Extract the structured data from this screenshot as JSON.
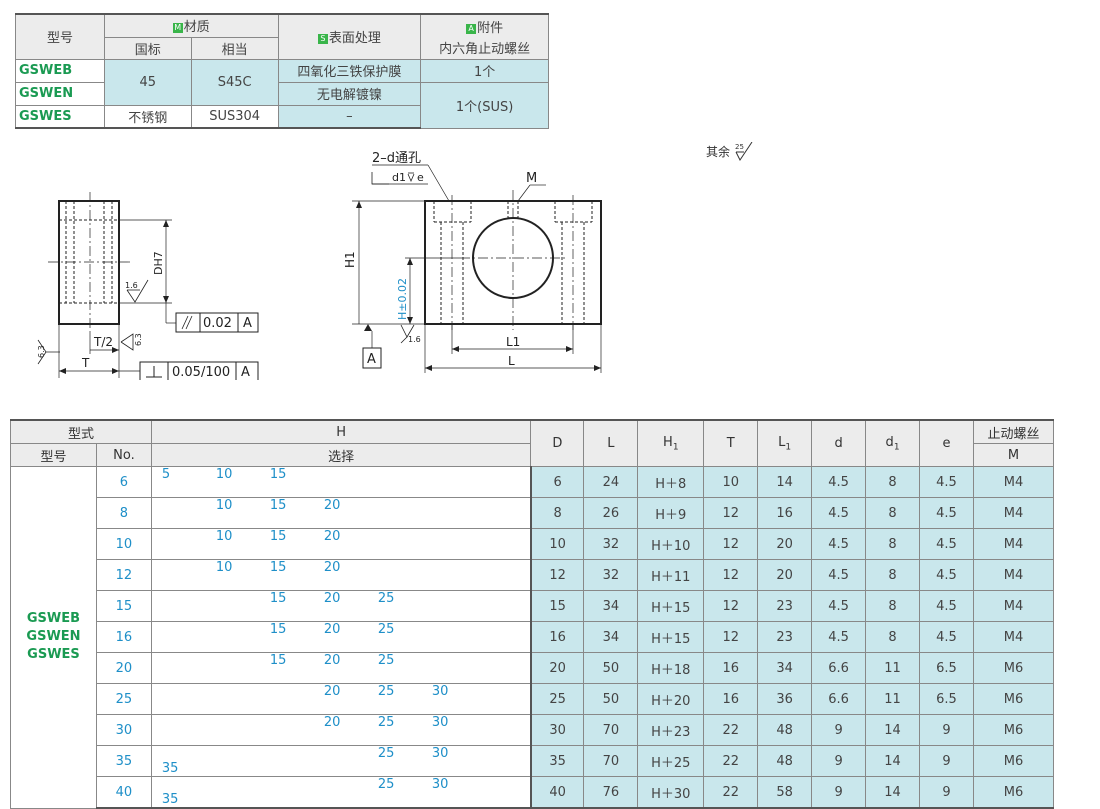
{
  "material_table": {
    "header": {
      "model": "型号",
      "material_badge": "M",
      "material": "材质",
      "standard_national": "国标",
      "standard_equiv": "相当",
      "surface_badge": "S",
      "surface": "表面处理",
      "accessory_badge": "A",
      "accessory": "附件",
      "accessory_sub": "内六角止动螺丝"
    },
    "rows": [
      {
        "code": "GSWEB",
        "national": "45",
        "equiv": "S45C",
        "surface": "四氧化三铁保护膜",
        "accessory": "1个"
      },
      {
        "code": "GSWEN",
        "national": "",
        "equiv": "",
        "surface": "无电解镀镍",
        "accessory": "1个(SUS)"
      },
      {
        "code": "GSWES",
        "national": "不锈钢",
        "equiv": "SUS304",
        "surface": "–",
        "accessory": ""
      }
    ]
  },
  "drawing": {
    "rough_note": "其余",
    "rough_value": "25",
    "label_hole": "2–d通孔",
    "label_counterbore": "d1",
    "label_counterbore_depth": "e",
    "label_M": "M",
    "label_H1": "H1",
    "label_H": "H±0.02",
    "label_L1": "L1",
    "label_L": "L",
    "label_D": "DH7",
    "label_T": "T",
    "label_T2": "T/2",
    "label_A": "A",
    "tol_parallel_value": "0.02",
    "tol_parallel_ref": "A",
    "tol_perp_value": "0.05/100",
    "tol_perp_ref": "A",
    "rough_16": "1.6",
    "rough_63": "6.3"
  },
  "dim_table": {
    "header": {
      "type": "型式",
      "model": "型号",
      "no": "No.",
      "H": "H",
      "select": "选择",
      "D": "D",
      "L": "L",
      "H1": "H",
      "H1_sub": "1",
      "T": "T",
      "L1": "L",
      "L1_sub": "1",
      "d": "d",
      "d1": "d",
      "d1_sub": "1",
      "e": "e",
      "screw": "止动螺丝",
      "M": "M"
    },
    "group_codes": [
      "GSWEB",
      "GSWEN",
      "GSWES"
    ],
    "rows": [
      {
        "no": "6",
        "h": [
          "5",
          "10",
          "15",
          "",
          "",
          "",
          ""
        ],
        "D": "6",
        "L": "24",
        "H1": "H＋8",
        "T": "10",
        "L1": "14",
        "d": "4.5",
        "d1": "8",
        "e": "4.5",
        "M": "M4"
      },
      {
        "no": "8",
        "h": [
          "",
          "10",
          "15",
          "20",
          "",
          "",
          ""
        ],
        "D": "8",
        "L": "26",
        "H1": "H＋9",
        "T": "12",
        "L1": "16",
        "d": "4.5",
        "d1": "8",
        "e": "4.5",
        "M": "M4"
      },
      {
        "no": "10",
        "h": [
          "",
          "10",
          "15",
          "20",
          "",
          "",
          ""
        ],
        "D": "10",
        "L": "32",
        "H1": "H＋10",
        "T": "12",
        "L1": "20",
        "d": "4.5",
        "d1": "8",
        "e": "4.5",
        "M": "M4"
      },
      {
        "no": "12",
        "h": [
          "",
          "10",
          "15",
          "20",
          "",
          "",
          ""
        ],
        "D": "12",
        "L": "32",
        "H1": "H＋11",
        "T": "12",
        "L1": "20",
        "d": "4.5",
        "d1": "8",
        "e": "4.5",
        "M": "M4"
      },
      {
        "no": "15",
        "h": [
          "",
          "",
          "15",
          "20",
          "25",
          "",
          ""
        ],
        "D": "15",
        "L": "34",
        "H1": "H＋15",
        "T": "12",
        "L1": "23",
        "d": "4.5",
        "d1": "8",
        "e": "4.5",
        "M": "M4"
      },
      {
        "no": "16",
        "h": [
          "",
          "",
          "15",
          "20",
          "25",
          "",
          ""
        ],
        "D": "16",
        "L": "34",
        "H1": "H＋15",
        "T": "12",
        "L1": "23",
        "d": "4.5",
        "d1": "8",
        "e": "4.5",
        "M": "M4"
      },
      {
        "no": "20",
        "h": [
          "",
          "",
          "15",
          "20",
          "25",
          "",
          ""
        ],
        "D": "20",
        "L": "50",
        "H1": "H＋18",
        "T": "16",
        "L1": "34",
        "d": "6.6",
        "d1": "11",
        "e": "6.5",
        "M": "M6"
      },
      {
        "no": "25",
        "h": [
          "",
          "",
          "",
          "20",
          "25",
          "30",
          ""
        ],
        "D": "25",
        "L": "50",
        "H1": "H＋20",
        "T": "16",
        "L1": "36",
        "d": "6.6",
        "d1": "11",
        "e": "6.5",
        "M": "M6"
      },
      {
        "no": "30",
        "h": [
          "",
          "",
          "",
          "20",
          "25",
          "30",
          ""
        ],
        "D": "30",
        "L": "70",
        "H1": "H＋23",
        "T": "22",
        "L1": "48",
        "d": "9",
        "d1": "14",
        "e": "9",
        "M": "M6"
      },
      {
        "no": "35",
        "h": [
          "",
          "",
          "",
          "",
          "25",
          "30",
          "35"
        ],
        "D": "35",
        "L": "70",
        "H1": "H＋25",
        "T": "22",
        "L1": "48",
        "d": "9",
        "d1": "14",
        "e": "9",
        "M": "M6"
      },
      {
        "no": "40",
        "h": [
          "",
          "",
          "",
          "",
          "25",
          "30",
          "35"
        ],
        "D": "40",
        "L": "76",
        "H1": "H＋30",
        "T": "22",
        "L1": "58",
        "d": "9",
        "d1": "14",
        "e": "9",
        "M": "M6"
      }
    ]
  },
  "colors": {
    "teal_fill": "#c9e7ec",
    "code_green": "#1a9a52",
    "number_blue": "#1e8fc8",
    "badge_green": "#39b54a"
  }
}
